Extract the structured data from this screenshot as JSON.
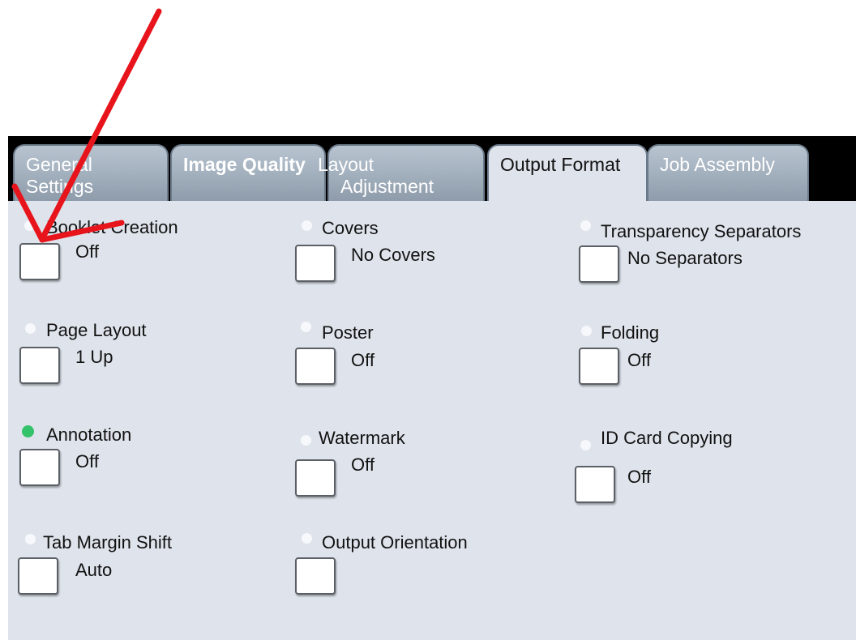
{
  "tabs": [
    {
      "line1": "General",
      "line2": "Settings"
    },
    {
      "line1": "Image Quality",
      "line2": ""
    },
    {
      "line1": "Layout",
      "line2": "Adjustment"
    },
    {
      "line1": "Output Format",
      "line2": ""
    },
    {
      "line1": "Job Assembly",
      "line2": ""
    }
  ],
  "active_tab": "Output Format",
  "options": [
    {
      "label": "Booklet Creation",
      "value": "Off"
    },
    {
      "label": "Covers",
      "value": "No Covers"
    },
    {
      "label": "Transparency Separators",
      "value": "No Separators"
    },
    {
      "label": "Page Layout",
      "value": "1 Up"
    },
    {
      "label": "Poster",
      "value": "Off"
    },
    {
      "label": "Folding",
      "value": "Off"
    },
    {
      "label": "Annotation",
      "value": "Off",
      "indicator": "green"
    },
    {
      "label": "Watermark",
      "value": "Off"
    },
    {
      "label": "ID Card Copying",
      "value": "Off"
    },
    {
      "label": "Tab Margin Shift",
      "value": "Auto"
    },
    {
      "label": "Output Orientation",
      "value": ""
    }
  ],
  "colors": {
    "panel": "#dfe4ec",
    "tab_inactive": "#9aa8b7",
    "indicator_on": "#34c26a",
    "annotation_arrow": "#e8141c"
  }
}
